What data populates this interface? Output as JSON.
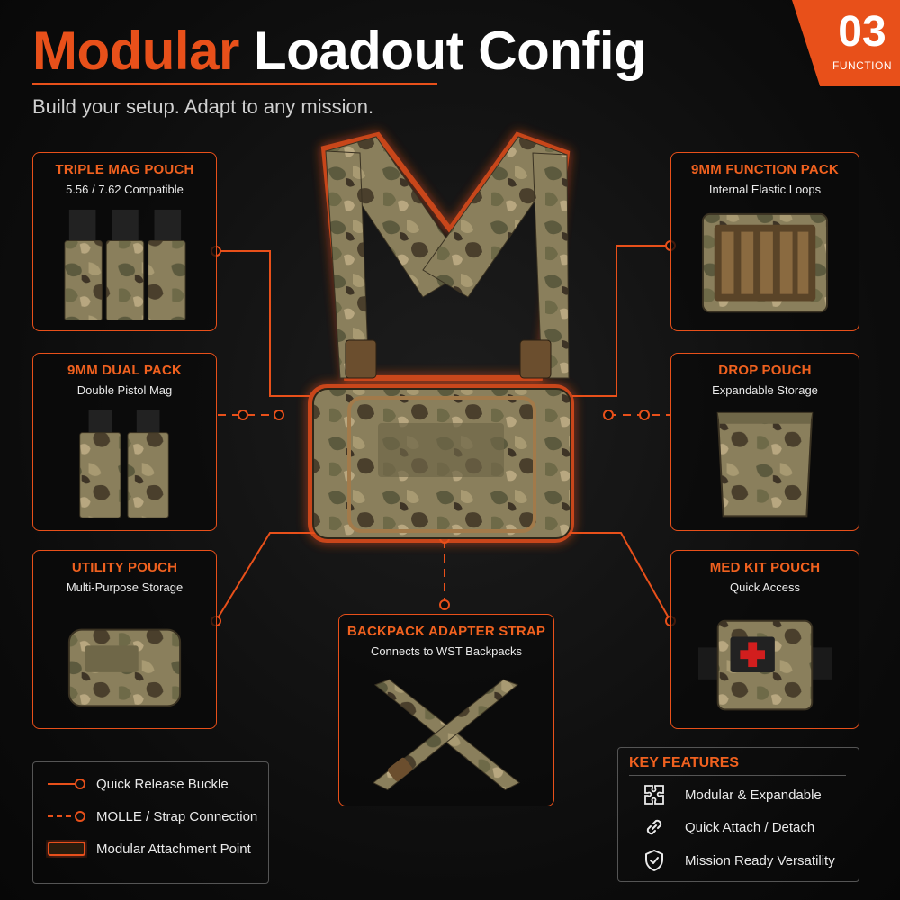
{
  "header": {
    "title_accent": "Modular",
    "title_rest": "Loadout Config",
    "subtitle": "Build your setup. Adapt to any mission."
  },
  "badge": {
    "number": "03",
    "label": "FUNCTION"
  },
  "cards": {
    "triple_mag": {
      "title": "TRIPLE MAG POUCH",
      "subtitle": "5.56 / 7.62 Compatible"
    },
    "nine_dual": {
      "title": "9MM DUAL PACK",
      "subtitle": "Double Pistol Mag"
    },
    "utility": {
      "title": "UTILITY POUCH",
      "subtitle": "Multi-Purpose Storage"
    },
    "nine_function": {
      "title": "9MM FUNCTION PACK",
      "subtitle": "Internal Elastic Loops"
    },
    "drop": {
      "title": "DROP POUCH",
      "subtitle": "Expandable Storage"
    },
    "med_kit": {
      "title": "MED KIT POUCH",
      "subtitle": "Quick Access"
    },
    "backpack_strap": {
      "title": "BACKPACK ADAPTER STRAP",
      "subtitle": "Connects to WST Backpacks"
    }
  },
  "legend": {
    "items": [
      {
        "label": "Quick Release Buckle",
        "symbol": "solid-line-circle"
      },
      {
        "label": "MOLLE / Strap Connection",
        "symbol": "dashed-line-circle"
      },
      {
        "label": "Modular Attachment Point",
        "symbol": "glow-rectangle"
      }
    ]
  },
  "features": {
    "title": "KEY FEATURES",
    "items": [
      {
        "label": "Modular & Expandable",
        "icon": "puzzle-icon"
      },
      {
        "label": "Quick Attach / Detach",
        "icon": "link-icon"
      },
      {
        "label": "Mission Ready Versatility",
        "icon": "shield-check-icon"
      }
    ]
  },
  "colors": {
    "accent": "#e8501a",
    "background": "#0c0c0c",
    "camo_base": "#7a7150"
  }
}
